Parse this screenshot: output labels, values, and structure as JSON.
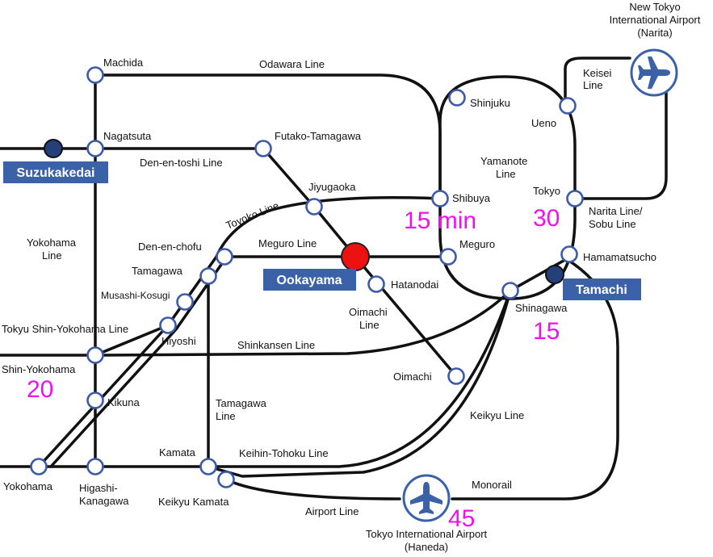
{
  "map": {
    "stations": {
      "machida": "Machida",
      "nagatsuta": "Nagatsuta",
      "futako_tamagawa": "Futako-Tamagawa",
      "jiyugaoka": "Jiyugaoka",
      "shinjuku": "Shinjuku",
      "ueno": "Ueno",
      "shibuya": "Shibuya",
      "tokyo": "Tokyo",
      "meguro": "Meguro",
      "hamamatsucho": "Hamamatsucho",
      "den_en_chofu": "Den-en-chofu",
      "tamagawa": "Tamagawa",
      "musashi_kosugi": "Musashi-Kosugi",
      "hiyoshi": "Hiyoshi",
      "hatanodai": "Hatanodai",
      "shinagawa": "Shinagawa",
      "shin_yokohama": "Shin-Yokohama",
      "kikuna": "Kikuna",
      "oimachi": "Oimachi",
      "kamata": "Kamata",
      "yokohama": "Yokohama",
      "higashi_kanagawa_1": "Higashi-",
      "higashi_kanagawa_2": "Kanagawa",
      "keikyu_kamata": "Keikyu Kamata"
    },
    "highlighted": {
      "suzukakedai": "Suzukakedai",
      "ookayama": "Ookayama",
      "tamachi": "Tamachi"
    },
    "lines": {
      "odawara": "Odawara Line",
      "den_en_toshi": "Den-en-toshi Line",
      "keisei_1": "Keisei",
      "keisei_2": "Line",
      "yamanote_1": "Yamanote",
      "yamanote_2": "Line",
      "toyoko": "Toyoko Line",
      "meguro": "Meguro Line",
      "narita_sobu_1": "Narita Line/",
      "narita_sobu_2": "Sobu Line",
      "yokohama_1": "Yokohama",
      "yokohama_2": "Line",
      "oimachi_1": "Oimachi",
      "oimachi_2": "Line",
      "tokyu_shin_yokohama": "Tokyu Shin-Yokohama Line",
      "shinkansen": "Shinkansen Line",
      "keikyu": "Keikyu Line",
      "tamagawa_1": "Tamagawa",
      "tamagawa_2": "Line",
      "keihin_tohoku": "Keihin-Tohoku Line",
      "monorail": "Monorail",
      "airport": "Airport Line"
    },
    "airports": {
      "narita_1": "New Tokyo",
      "narita_2": "International Airport",
      "narita_3": "(Narita)",
      "haneda_1": "Tokyo International Airport",
      "haneda_2": "(Haneda)"
    },
    "travel_times": {
      "shibuya": "15 min",
      "tokyo": "30",
      "shinagawa": "15",
      "shin_yokohama": "20",
      "haneda": "45"
    },
    "colors": {
      "station_ring": "#3c5aa6",
      "label_box": "#3b62a8",
      "current_station": "#ee1111",
      "campus_dot": "#243f7a",
      "time_text": "#ee10ee",
      "airport_icon": "#3b62a8"
    },
    "icons": {
      "airport": "airplane-icon"
    }
  }
}
